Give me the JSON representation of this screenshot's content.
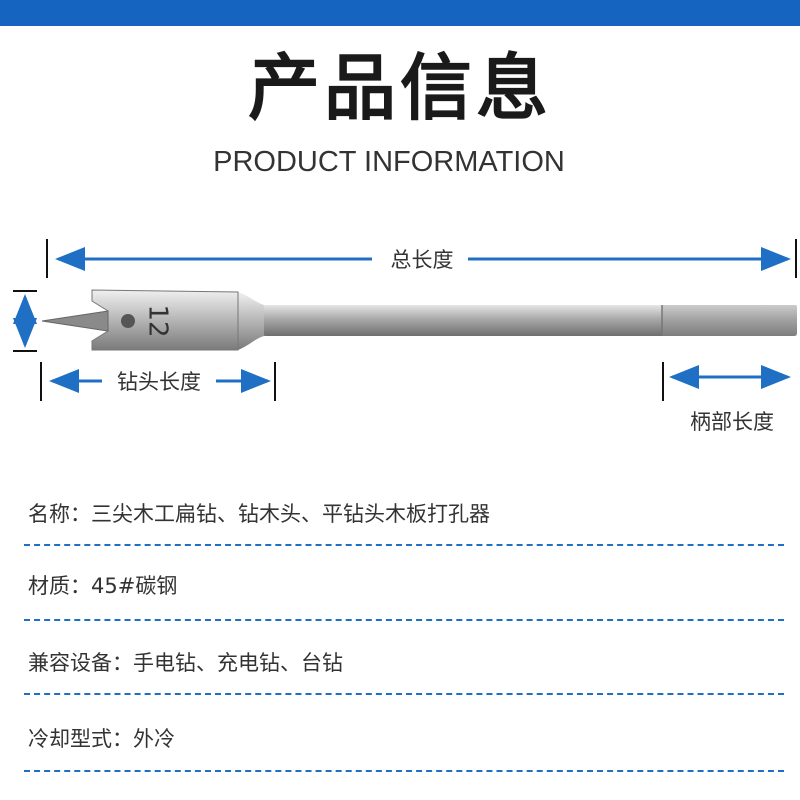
{
  "header": {
    "accent_color": "#1565c0",
    "title_cn": "产品信息",
    "title_en": "PRODUCT INFORMATION"
  },
  "diagram": {
    "total_length_label": "总长度",
    "bit_head_length_label": "钻头长度",
    "shank_length_label": "柄部长度",
    "bit_size_marking": "12",
    "arrow_color": "#1f6fc4"
  },
  "specs": {
    "rows": [
      {
        "label": "名称：",
        "value": "三尖木工扁钻、钻木头、平钻头木板打孔器"
      },
      {
        "label": "材质：",
        "value": "45#碳钢"
      },
      {
        "label": "兼容设备：",
        "value": "手电钻、充电钻、台钻"
      },
      {
        "label": "冷却型式：",
        "value": "外冷"
      }
    ]
  }
}
